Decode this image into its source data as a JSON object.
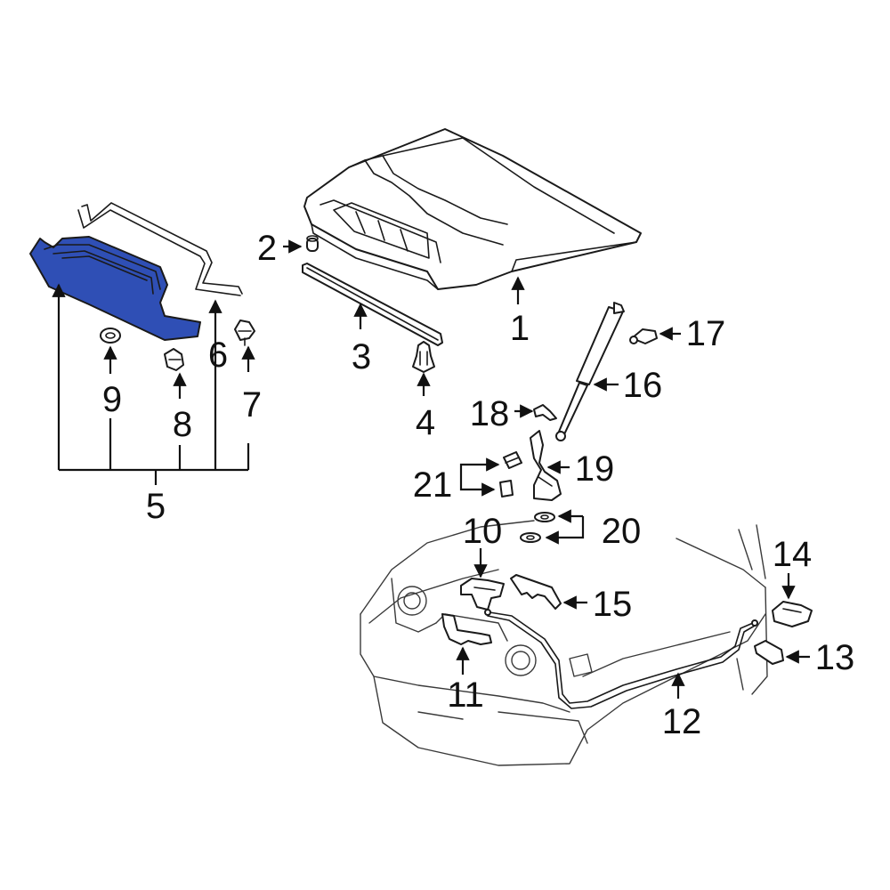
{
  "highlight_color": "#2f4fb5",
  "callouts": {
    "c1": "1",
    "c2": "2",
    "c3": "3",
    "c4": "4",
    "c5": "5",
    "c6": "6",
    "c7": "7",
    "c8": "8",
    "c9": "9",
    "c10": "10",
    "c11": "11",
    "c12": "12",
    "c13": "13",
    "c14": "14",
    "c15": "15",
    "c16": "16",
    "c17": "17",
    "c18": "18",
    "c19": "19",
    "c20": "20",
    "c21": "21"
  }
}
